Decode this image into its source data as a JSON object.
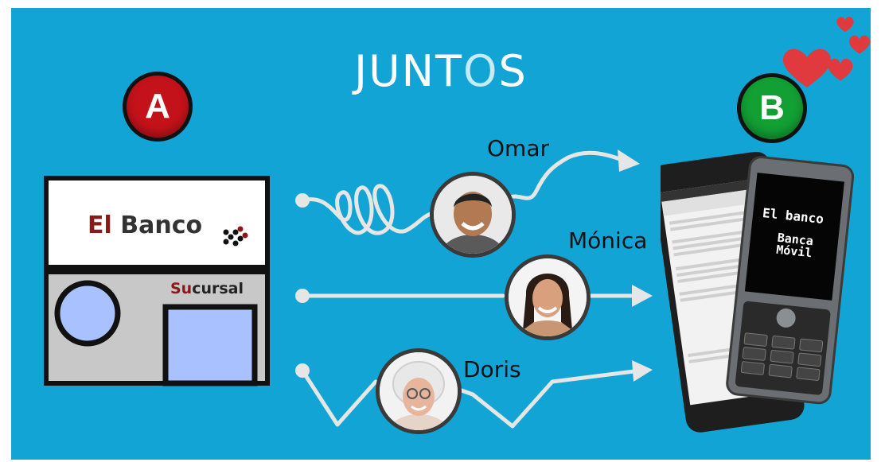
{
  "title": {
    "prefix": "JUNT",
    "highlight": "O",
    "suffix": "S"
  },
  "points": {
    "a": "A",
    "b": "B"
  },
  "bank": {
    "el": "El",
    "banco": "Banco",
    "su": "Su",
    "cursal": "cursal"
  },
  "customers": [
    {
      "name": "Omar",
      "path": "wavy"
    },
    {
      "name": "Mónica",
      "path": "straight"
    },
    {
      "name": "Doris",
      "path": "zigzag"
    }
  ],
  "phone": {
    "line1": "El banco",
    "line2": "Banca",
    "line3": "Móvil",
    "app_title": "Juntos"
  },
  "colors": {
    "background": "#12a4d4",
    "badge_a": "#c4121a",
    "badge_b": "#129f33",
    "path": "#e6e6e6",
    "heart": "#e03a3e"
  }
}
